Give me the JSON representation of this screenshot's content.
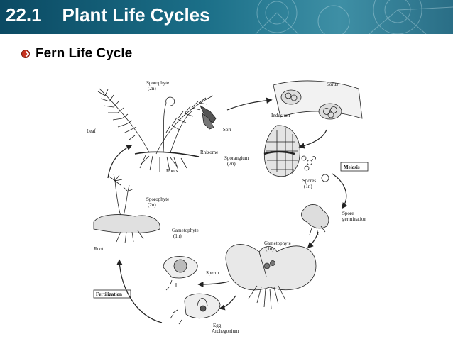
{
  "header": {
    "number": "22.1",
    "title": "Plant Life Cycles"
  },
  "subtitle": "Fern Life Cycle",
  "diagram": {
    "labels": {
      "sporophyte_top": "Sporophyte",
      "sporophyte_top_ploidy": "(2n)",
      "leaf": "Leaf",
      "sori": "Sori",
      "rhizome": "Rhizome",
      "roots": "Roots",
      "sorus": "Sorus",
      "indusium": "Indusium",
      "sporangium": "Sporangium",
      "sporangium_ploidy": "(2n)",
      "meiosis": "Meiosis",
      "spores": "Spores",
      "spores_ploidy": "(1n)",
      "spore_germination_1": "Spore",
      "spore_germination_2": "germination",
      "gametophyte_right": "Gametophyte",
      "gametophyte_right_ploidy": "(1n)",
      "sporophyte_left": "Sporophyte",
      "sporophyte_left_ploidy": "(2n)",
      "gametophyte_left": "Gametophyte",
      "gametophyte_left_ploidy": "(1n)",
      "root": "Root",
      "sperm": "Sperm",
      "fertilization": "Fertilization",
      "egg": "Egg",
      "archegonium": "Archegonium"
    }
  }
}
